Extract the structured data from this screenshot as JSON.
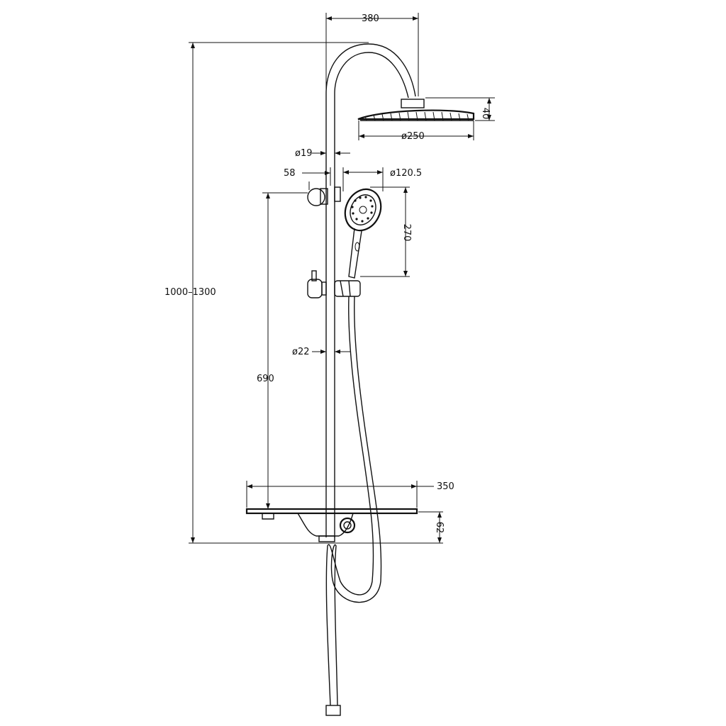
{
  "dimensions": {
    "arm_reach": "380",
    "head_height": "40",
    "head_diameter": "ø250",
    "pipe_diameter_upper": "ø19",
    "holder_offset": "58",
    "handshower_diameter": "ø120.5",
    "handshower_height": "270",
    "total_height": "1000–1300",
    "pipe_diameter_lower": "ø22",
    "slide_height": "690",
    "shelf_width": "350",
    "shelf_height": "62"
  }
}
